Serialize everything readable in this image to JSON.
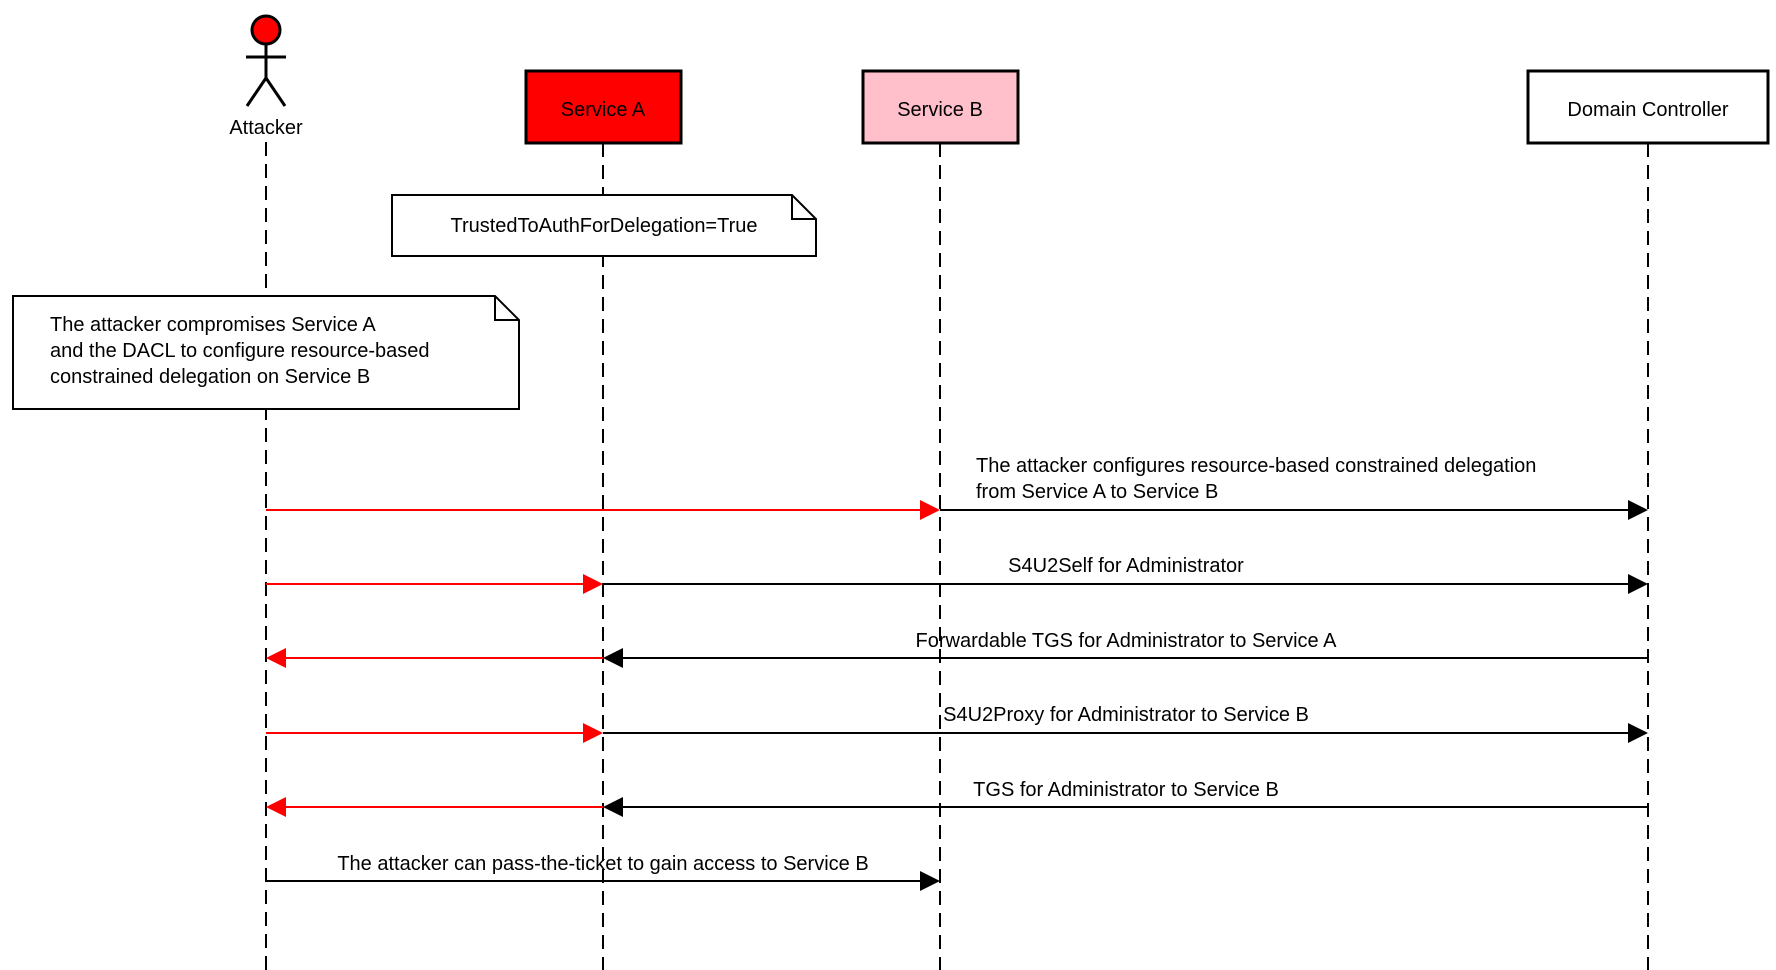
{
  "participants": {
    "attacker": {
      "label": "Attacker"
    },
    "service_a": {
      "label": "Service A"
    },
    "service_b": {
      "label": "Service B"
    },
    "domain_controller": {
      "label": "Domain Controller"
    }
  },
  "notes": {
    "delegation_flag": {
      "lines": [
        "TrustedToAuthForDelegation=True"
      ]
    },
    "compromise": {
      "lines": [
        "The attacker compromises Service A",
        "and the DACL to configure resource-based",
        "constrained delegation on Service B"
      ]
    }
  },
  "messages": {
    "configure_rbcd": {
      "lines": [
        "The attacker configures resource-based constrained delegation",
        "from Service A to Service B"
      ]
    },
    "s4u2self": {
      "lines": [
        "S4U2Self for Administrator"
      ]
    },
    "forwardable_tgs": {
      "lines": [
        "Forwardable TGS for Administrator to Service A"
      ]
    },
    "s4u2proxy": {
      "lines": [
        "S4U2Proxy for Administrator to Service B"
      ]
    },
    "tgs_service_b": {
      "lines": [
        "TGS for Administrator to Service B"
      ]
    },
    "pass_the_ticket": {
      "lines": [
        "The attacker can pass-the-ticket to gain access to Service B"
      ]
    }
  },
  "colors": {
    "attacker_head": "#ff0000",
    "service_a_fill": "#ff0000",
    "service_b_fill": "#ffc0cb",
    "domain_controller_fill": "#ffffff",
    "attacker_path": "#ff0000",
    "protocol_path": "#000000"
  }
}
